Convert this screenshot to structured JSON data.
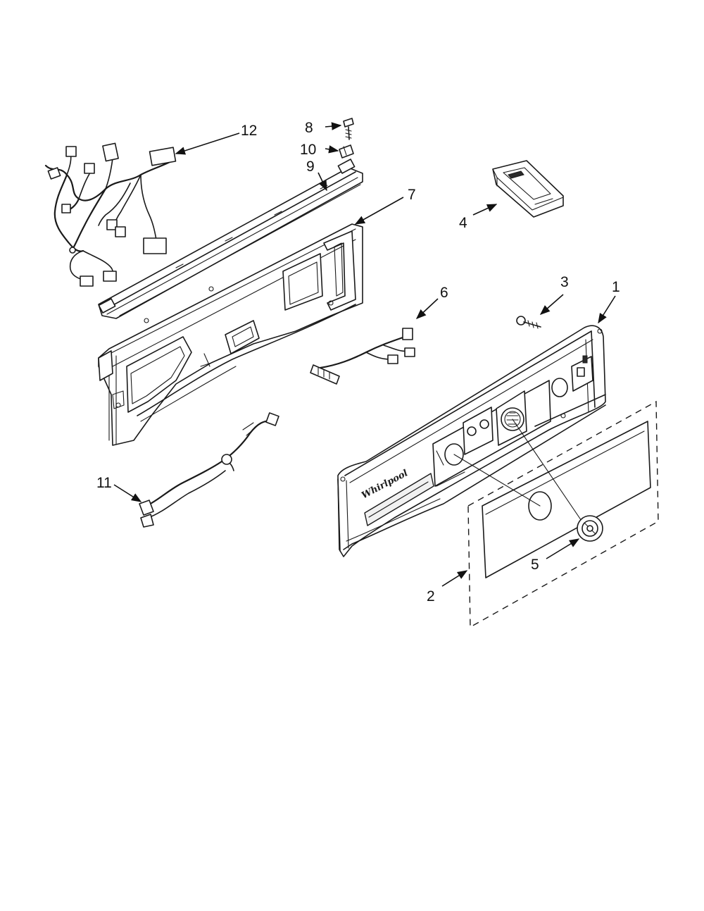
{
  "diagram": {
    "callouts": [
      {
        "id": "1",
        "label": "1"
      },
      {
        "id": "2",
        "label": "2"
      },
      {
        "id": "3",
        "label": "3"
      },
      {
        "id": "4",
        "label": "4"
      },
      {
        "id": "5",
        "label": "5"
      },
      {
        "id": "6",
        "label": "6"
      },
      {
        "id": "7",
        "label": "7"
      },
      {
        "id": "8",
        "label": "8"
      },
      {
        "id": "9",
        "label": "9"
      },
      {
        "id": "10",
        "label": "10"
      },
      {
        "id": "11",
        "label": "11"
      },
      {
        "id": "12",
        "label": "12"
      }
    ],
    "brand_logo_text": "Whirlpool"
  }
}
